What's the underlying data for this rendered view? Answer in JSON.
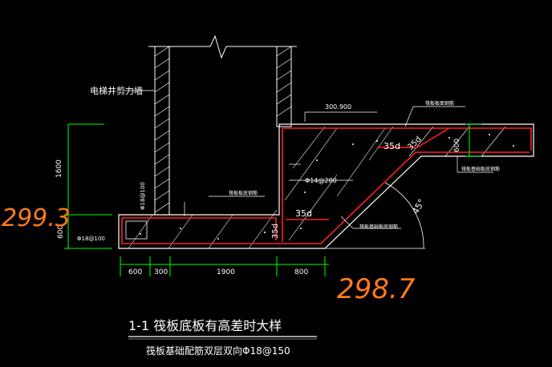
{
  "labels": {
    "wall": "电梯井剪力墙",
    "elev_top": "300.900",
    "top_rebar": "筏板板面钢筋",
    "bottom_rebar_left": "筏板板底钢筋",
    "slab_bottom_rebar": "筏板基础板底钢筋",
    "slab_bottom_rebar2": "筏板基础板底钢筋",
    "stirrup": "Φ18@100",
    "dist_bar": "Φ14@280",
    "dim_1600": "1600",
    "dim_600_left": "600",
    "dim_600_right": "600",
    "bar_bottom": "Φ18@100",
    "anchor_35d_top": "35d",
    "anchor_35d_diag": "35d",
    "anchor_35d_mid": "35d",
    "anchor_35d_vert": "35d",
    "angle": "45°"
  },
  "dims_bottom": [
    "600",
    "300",
    "1900",
    "800"
  ],
  "annotations": {
    "left": "299.3",
    "right": "298.7"
  },
  "title": {
    "main": "1-1  筏板底板有高差时大样",
    "sub": "筏板基础配筋双层双向Φ18@150"
  },
  "colors": {
    "background": "#000000",
    "concrete_outline": "#ffffff",
    "rebar": "#ff2020",
    "dimension": "#00ff00",
    "handwriting": "#ff7a1a"
  }
}
